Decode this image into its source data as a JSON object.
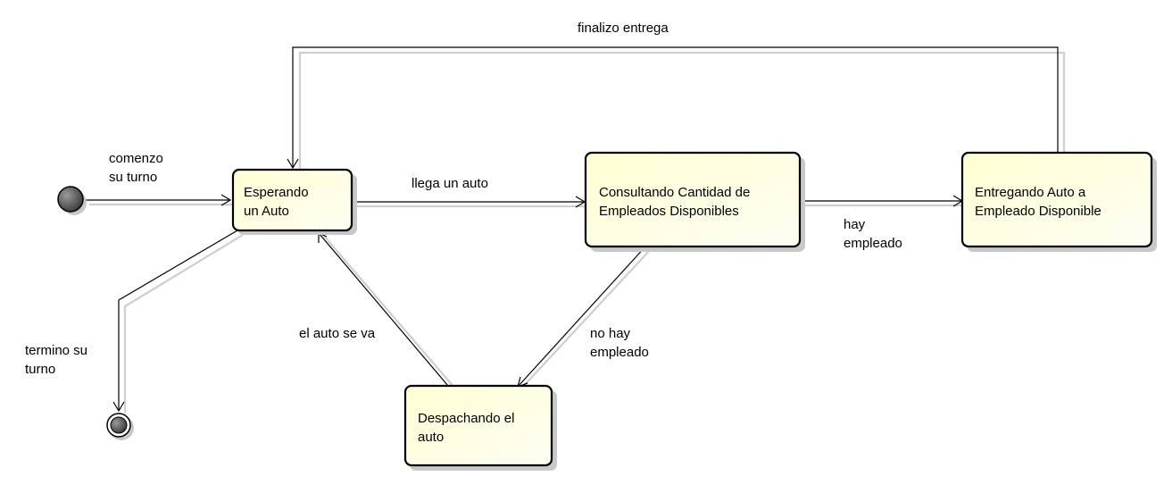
{
  "states": {
    "esperando": {
      "line1": "Esperando",
      "line2": "un Auto"
    },
    "consultando": {
      "line1": "Consultando Cantidad de",
      "line2": "Empleados Disponibles"
    },
    "entregando": {
      "line1": "Entregando Auto a",
      "line2": "Empleado Disponible"
    },
    "despachando": {
      "line1": "Despachando el",
      "line2": "auto"
    }
  },
  "transitions": {
    "comenzo": {
      "line1": "comenzo",
      "line2": "su turno"
    },
    "llega": {
      "line1": "llega un auto"
    },
    "hay": {
      "line1": "hay",
      "line2": "empleado"
    },
    "no_hay": {
      "line1": "no hay",
      "line2": "empleado"
    },
    "se_va": {
      "line1": "el auto se va"
    },
    "finalizo": {
      "line1": "finalizo entrega"
    },
    "termino": {
      "line1": "termino su",
      "line2": "turno"
    }
  }
}
